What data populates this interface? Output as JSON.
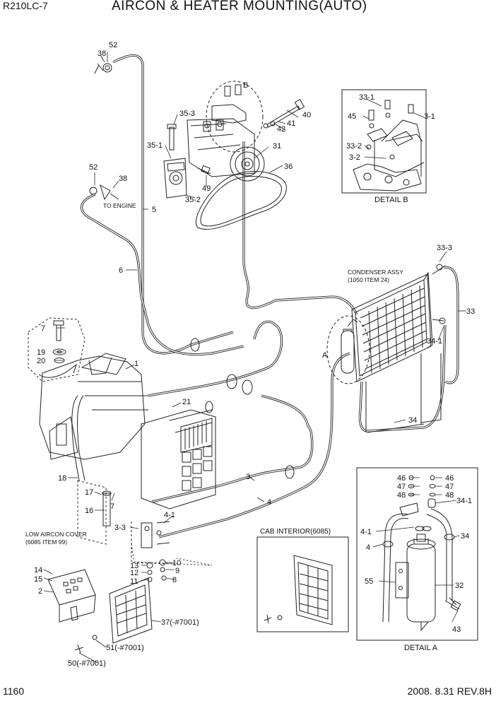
{
  "header": {
    "model": "R210LC-7",
    "title": "AIRCON & HEATER MOUNTING(AUTO)"
  },
  "footer": {
    "page": "1160",
    "revision": "2008. 8.31  REV.8H"
  },
  "notes": {
    "to_engine": "TO ENGINE",
    "condenser_line1": "CONDENSER ASSY",
    "condenser_line2": "(1050 ITEM 24)",
    "low_cover_line1": "LOW AIRCON COVER",
    "low_cover_line2": "(6085 ITEM 99)",
    "cab_interior": "CAB INTERIOR(6085)",
    "detail_a": "DETAIL A",
    "detail_b": "DETAIL B",
    "callout_a": "A",
    "callout_b": "B"
  },
  "part_numbers": {
    "p38_top": "38",
    "p52_top": "52",
    "p35_3": "35-3",
    "p35_1": "35-1",
    "p35_2": "35-2",
    "p31": "31",
    "p36": "36",
    "p40": "40",
    "p41": "41",
    "p42": "42",
    "p49": "49",
    "p52_mid": "52",
    "p38_mid": "38",
    "p5": "5",
    "p6": "6",
    "p7_a": "7",
    "p19": "19",
    "p20": "20",
    "p1": "1",
    "p21": "21",
    "p18": "18",
    "p17": "17",
    "p16": "16",
    "p7_b": "7",
    "p3": "3",
    "p4": "4",
    "p4_1": "4-1",
    "p3_3": "3-3",
    "p13": "13",
    "p12": "12",
    "p11": "11",
    "p10": "10",
    "p9": "9",
    "p8": "8",
    "p14": "14",
    "p15": "15",
    "p2": "2",
    "p37": "37(-#7001)",
    "p51": "51(-#7001)",
    "p50": "50(-#7001)",
    "p33_3": "33-3",
    "p33": "33",
    "p34_1_cond": "34-1",
    "p34_cond": "34",
    "b33_1": "33-1",
    "b45": "45",
    "b3_1": "3-1",
    "b33_2": "33-2",
    "b3_2": "3-2",
    "a46_l": "46",
    "a47_l": "47",
    "a48_l": "48",
    "a46_r": "46",
    "a47_r": "47",
    "a48_r": "48",
    "a34_1": "34-1",
    "a4_1": "4-1",
    "a4": "4",
    "a34": "34",
    "a55": "55",
    "a32": "32",
    "a43": "43"
  }
}
